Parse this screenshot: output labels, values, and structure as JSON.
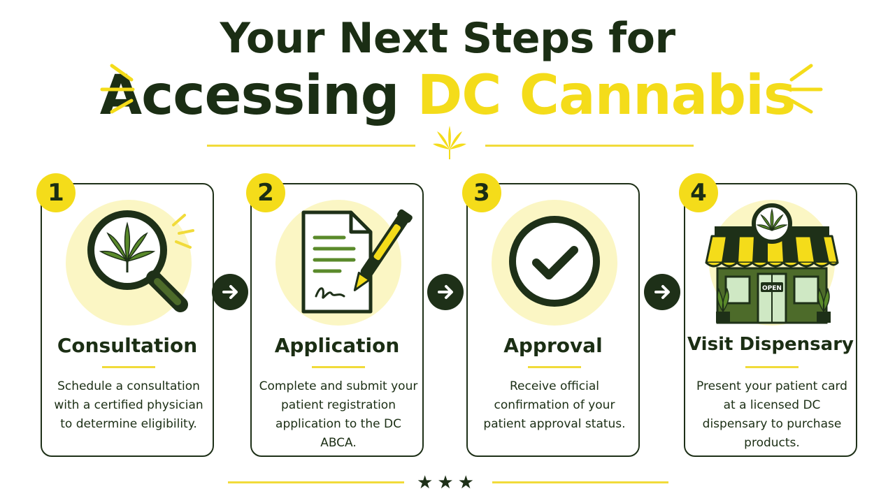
{
  "title": {
    "line1": "Your Next Steps for",
    "line2_dark": "Accessing",
    "line2_accent": "DC Cannabis"
  },
  "colors": {
    "dark_green": "#1e3018",
    "yellow": "#f4dc1a",
    "light_yellow": "#fbf6c4",
    "leaf_green": "#5a8a2a"
  },
  "steps": [
    {
      "number": "1",
      "title": "Consultation",
      "description": "Schedule a consultation with a certified physician to determine eligibility.",
      "icon": "magnifier-cannabis-leaf-icon"
    },
    {
      "number": "2",
      "title": "Application",
      "description": "Complete and submit your patient registration application to the DC ABCA.",
      "icon": "document-pen-icon"
    },
    {
      "number": "3",
      "title": "Approval",
      "description": "Receive official confirmation of your patient approval status.",
      "icon": "checkmark-circle-icon"
    },
    {
      "number": "4",
      "title": "Visit Dispensary",
      "description": "Present your patient card at a licensed DC dispensary to purchase products.",
      "icon": "dispensary-storefront-icon",
      "sign_text": "OPEN"
    }
  ],
  "footer": {
    "stars": "★★★"
  }
}
